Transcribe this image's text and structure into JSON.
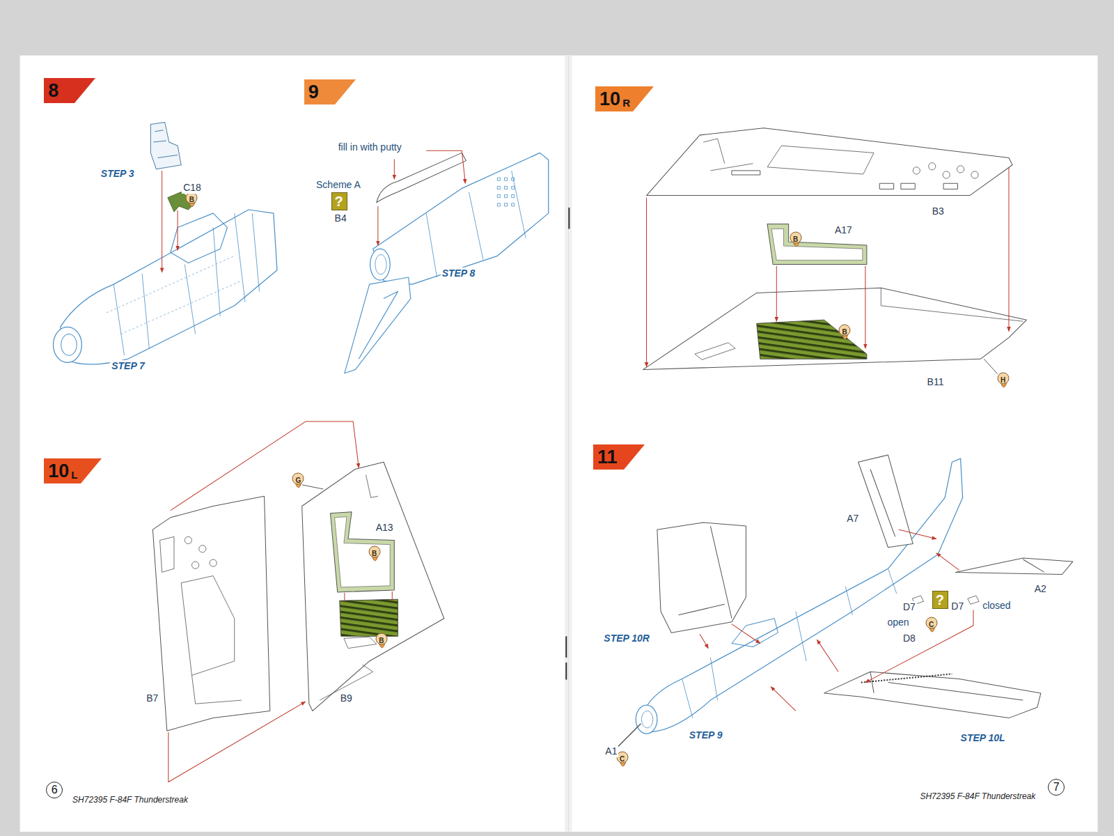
{
  "diagram": {
    "nodes": [
      {
        "text": [
          "8"
        ]
      },
      {
        "text": [
          "B"
        ]
      },
      {
        "text": [
          "9"
        ]
      },
      {
        "text": [
          "?"
        ]
      },
      {
        "text": [
          "10",
          "R"
        ]
      },
      {
        "text": [
          "B"
        ]
      },
      {
        "text": [
          "B"
        ]
      },
      {
        "text": [
          "H"
        ]
      },
      {
        "text": [
          "10",
          "L"
        ]
      },
      {
        "text": [
          "G"
        ]
      },
      {
        "text": [
          "B"
        ]
      },
      {
        "text": [
          "B"
        ]
      },
      {
        "text": [
          "11"
        ]
      },
      {
        "text": [
          "?"
        ]
      },
      {
        "text": [
          "C"
        ]
      },
      {
        "text": [
          "C"
        ]
      },
      {
        "text": [
          "6"
        ]
      },
      {
        "text": [
          "7"
        ]
      }
    ],
    "labels": [
      "STEP 3",
      "C18",
      "STEP 7",
      "fill in with putty",
      "Scheme A",
      "B4",
      "STEP 8",
      "B3",
      "A17",
      "B11",
      "A13",
      "B7",
      "B9",
      "A7",
      "A2",
      "D7",
      "D7",
      "closed",
      "open",
      "D8",
      "STEP 10R",
      "STEP 9",
      "STEP 10L",
      "A1",
      "SH72395 F-84F Thunderstreak",
      "SH72395 F-84F Thunderstreak"
    ]
  }
}
